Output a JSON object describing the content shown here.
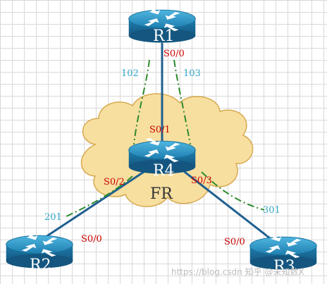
{
  "colors": {
    "physical_link": "#1f5f8f",
    "pvc_link": "#2e8b2e",
    "cloud_fill": "#f7dfa0",
    "cloud_stroke": "#d7a94f",
    "router_top": "#2d92c2",
    "router_body": "#1a6f9c",
    "interface_label": "#cc0000",
    "dlci_label": "#2fa6c9"
  },
  "cloud": {
    "label": "FR"
  },
  "routers": {
    "r1": {
      "name": "R1",
      "icon": "router-icon"
    },
    "r2": {
      "name": "R2",
      "icon": "router-icon"
    },
    "r3": {
      "name": "R3",
      "icon": "router-icon"
    },
    "r4": {
      "name": "R4",
      "icon": "router-icon"
    }
  },
  "interfaces": {
    "r1_s0_0": "S0/0",
    "r4_s0_1": "S0/1",
    "r4_s0_2": "S0/2",
    "r4_s0_3": "S0/3",
    "r2_s0_0": "S0/0",
    "r3_s0_0": "S0/0"
  },
  "dlci": {
    "d102": "102",
    "d103": "103",
    "d201": "201",
    "d301": "301"
  },
  "watermark": "https://blog.csdn 知乎 @未知数X"
}
